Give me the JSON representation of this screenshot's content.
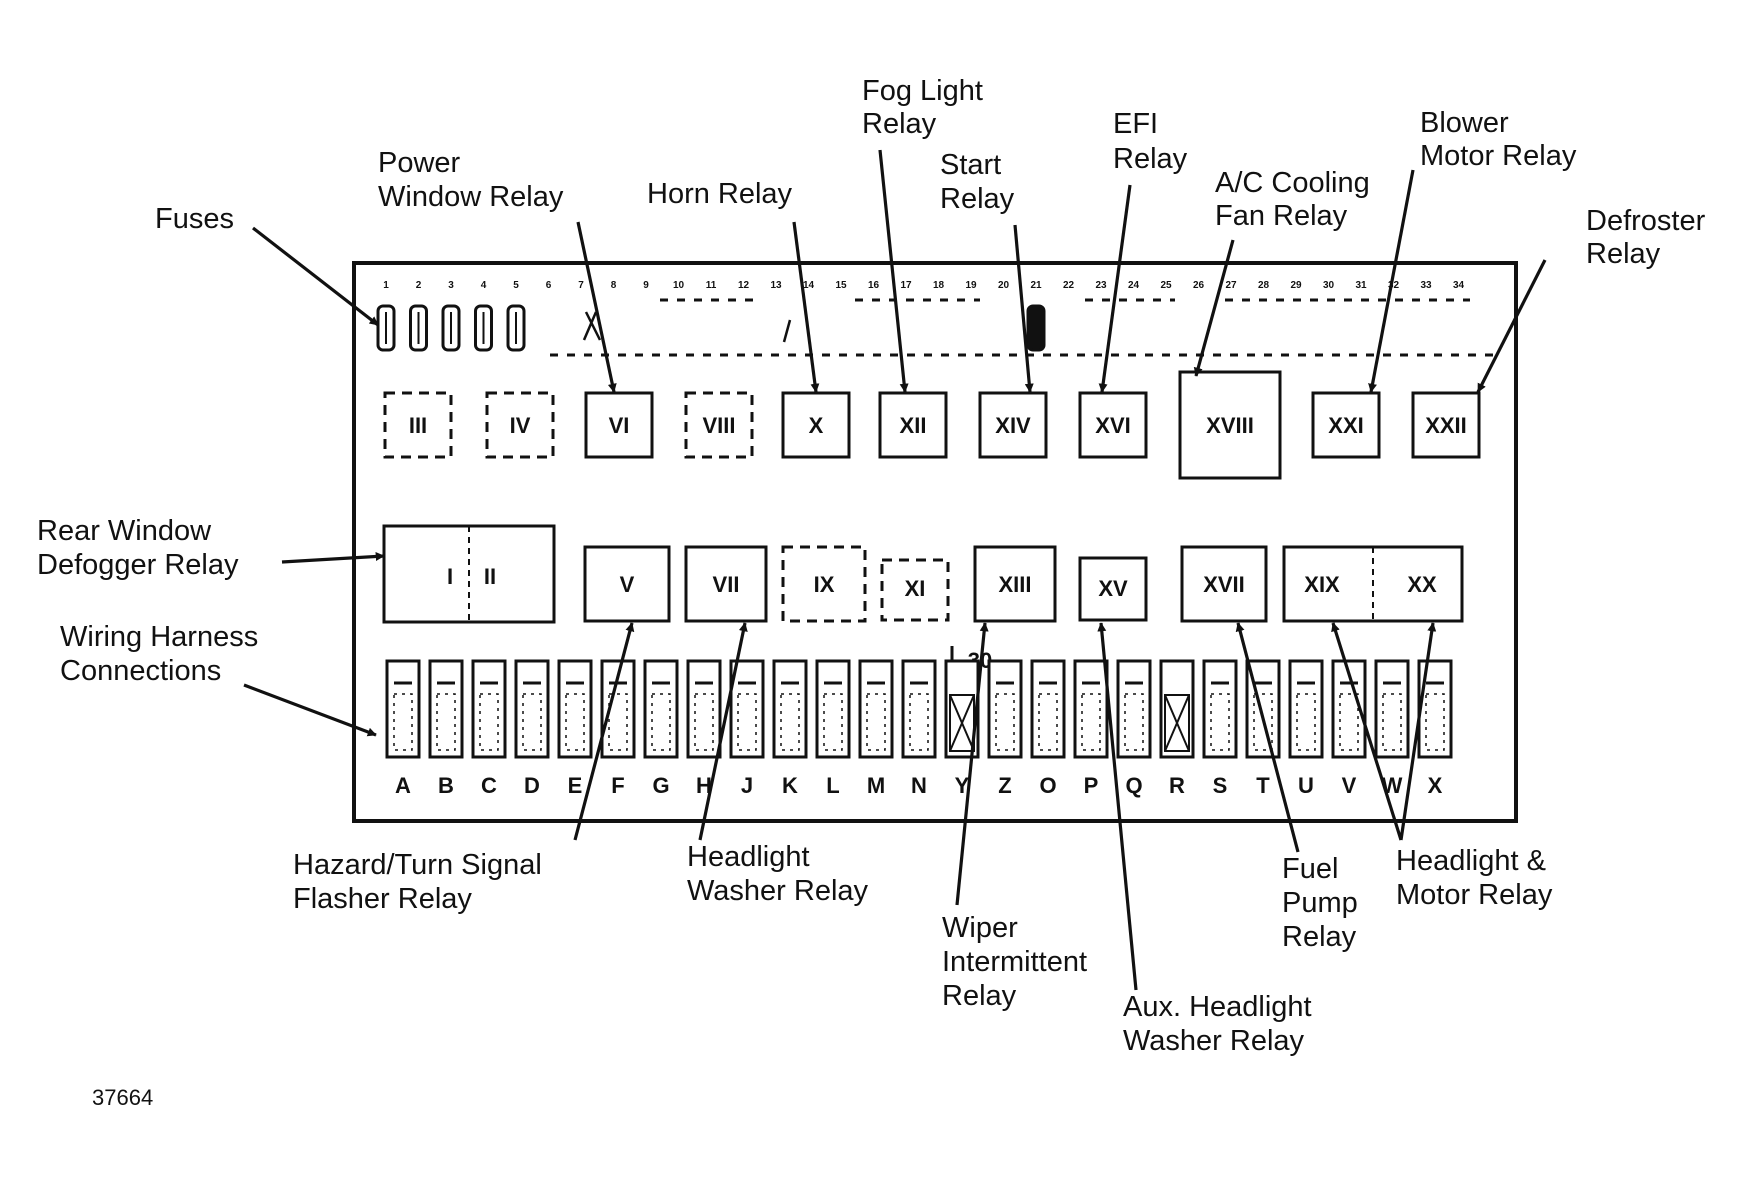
{
  "figure_number": "37664",
  "labels": {
    "fuses": "Fuses",
    "power_window_1": "Power",
    "power_window_2": "Window Relay",
    "horn": "Horn Relay",
    "fog_1": "Fog Light",
    "fog_2": "Relay",
    "start_1": "Start",
    "start_2": "Relay",
    "efi_1": "EFI",
    "efi_2": "Relay",
    "ac_1": "A/C Cooling",
    "ac_2": "Fan Relay",
    "blower_1": "Blower",
    "blower_2": "Motor Relay",
    "defroster_1": "Defroster",
    "defroster_2": "Relay",
    "rear_window_1": "Rear Window",
    "rear_window_2": "Defogger Relay",
    "wiring_1": "Wiring Harness",
    "wiring_2": "Connections",
    "hazard_1": "Hazard/Turn Signal",
    "hazard_2": "Flasher Relay",
    "headlight_washer_1": "Headlight",
    "headlight_washer_2": "Washer Relay",
    "wiper_1": "Wiper",
    "wiper_2": "Intermittent",
    "wiper_3": "Relay",
    "aux_1": "Aux. Headlight",
    "aux_2": "Washer Relay",
    "fuel_1": "Fuel",
    "fuel_2": "Pump",
    "fuel_3": "Relay",
    "hl_motor_1": "Headlight &",
    "hl_motor_2": "Motor Relay"
  },
  "relays": {
    "I": "I",
    "II": "II",
    "III": "III",
    "IV": "IV",
    "V": "V",
    "VI": "VI",
    "VII": "VII",
    "VIII": "VIII",
    "IX": "IX",
    "X": "X",
    "XI": "XI",
    "XII": "XII",
    "XIII": "XIII",
    "XIV": "XIV",
    "XV": "XV",
    "XVI": "XVI",
    "XVII": "XVII",
    "XVIII": "XVIII",
    "XIX": "XIX",
    "XX": "XX",
    "XXI": "XXI",
    "XXII": "XXII"
  },
  "relay_30": "30",
  "fuse_numbers": [
    "1",
    "2",
    "3",
    "4",
    "5",
    "6",
    "7",
    "8",
    "9",
    "10",
    "11",
    "12",
    "13",
    "14",
    "15",
    "16",
    "17",
    "18",
    "19",
    "20",
    "21",
    "22",
    "23",
    "24",
    "25",
    "26",
    "27",
    "28",
    "29",
    "30",
    "31",
    "32",
    "33",
    "34"
  ],
  "connector_letters": [
    "A",
    "B",
    "C",
    "D",
    "E",
    "F",
    "G",
    "H",
    "J",
    "K",
    "L",
    "M",
    "N",
    "Y",
    "Z",
    "O",
    "P",
    "Q",
    "R",
    "S",
    "T",
    "U",
    "V",
    "W",
    "X"
  ]
}
